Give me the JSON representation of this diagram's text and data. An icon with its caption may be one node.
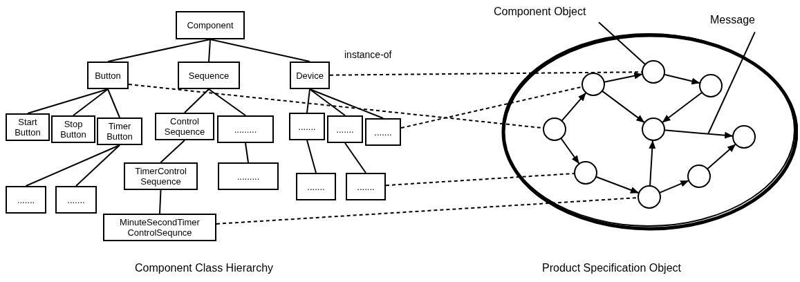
{
  "diagram": {
    "nodes": [
      {
        "text": [
          "Component"
        ]
      },
      {
        "text": [
          "Button"
        ]
      },
      {
        "text": [
          "Sequence"
        ]
      },
      {
        "text": [
          "Device"
        ]
      },
      {
        "text": [
          "Start Button"
        ]
      },
      {
        "text": [
          "Stop Button"
        ]
      },
      {
        "text": [
          "Timer Button"
        ]
      },
      {
        "text": [
          "Control Sequence"
        ]
      },
      {
        "text": [
          "........."
        ]
      },
      {
        "text": [
          "......."
        ]
      },
      {
        "text": [
          "......."
        ]
      },
      {
        "text": [
          "......."
        ]
      },
      {
        "text": [
          "......."
        ]
      },
      {
        "text": [
          "......."
        ]
      },
      {
        "text": [
          "TimerControl Sequence"
        ]
      },
      {
        "text": [
          "........."
        ]
      },
      {
        "text": [
          "......."
        ]
      },
      {
        "text": [
          "......."
        ]
      },
      {
        "text": [
          "MinuteSecondTimer ControlSequnce"
        ]
      },
      {
        "text": [
          "Product Specification Object"
        ]
      },
      {
        "text": [],
        "shape": "circle",
        "in": 19
      },
      {
        "text": [],
        "shape": "circle",
        "in": 19
      },
      {
        "text": [],
        "shape": "circle",
        "in": 19
      },
      {
        "text": [],
        "shape": "circle",
        "in": 19
      },
      {
        "text": [],
        "shape": "circle",
        "in": 19
      },
      {
        "text": [],
        "shape": "circle",
        "in": 19
      },
      {
        "text": [],
        "shape": "circle",
        "in": 19
      },
      {
        "text": [],
        "shape": "circle",
        "in": 19
      },
      {
        "text": [],
        "shape": "circle",
        "in": 19
      },
      {
        "text": [
          "Component Object"
        ]
      },
      {
        "text": [
          "Message"
        ]
      }
    ],
    "edges": [
      {
        "from": 0,
        "to": 1,
        "arrow": "none"
      },
      {
        "from": 0,
        "to": 2,
        "arrow": "none"
      },
      {
        "from": 0,
        "to": 3,
        "arrow": "none"
      },
      {
        "from": 1,
        "to": 4,
        "arrow": "none"
      },
      {
        "from": 1,
        "to": 5,
        "arrow": "none"
      },
      {
        "from": 1,
        "to": 6,
        "arrow": "none"
      },
      {
        "from": 2,
        "to": 7,
        "arrow": "none"
      },
      {
        "from": 2,
        "to": 8,
        "arrow": "none"
      },
      {
        "from": 3,
        "to": 9,
        "arrow": "none"
      },
      {
        "from": 3,
        "to": 10,
        "arrow": "none"
      },
      {
        "from": 3,
        "to": 11,
        "arrow": "none"
      },
      {
        "from": 6,
        "to": 12,
        "arrow": "none"
      },
      {
        "from": 6,
        "to": 13,
        "arrow": "none"
      },
      {
        "from": 7,
        "to": 14,
        "arrow": "none"
      },
      {
        "from": 8,
        "to": 15,
        "arrow": "none"
      },
      {
        "from": 9,
        "to": 16,
        "arrow": "none"
      },
      {
        "from": 10,
        "to": 17,
        "arrow": "none"
      },
      {
        "from": 14,
        "to": 18,
        "arrow": "none"
      },
      {
        "from": 3,
        "to": 20,
        "arrow": "none",
        "style": "dashed",
        "label": "instance-of"
      },
      {
        "from": 1,
        "to": 23,
        "arrow": "none",
        "style": "dashed"
      },
      {
        "from": 11,
        "to": 21,
        "arrow": "none",
        "style": "dashed"
      },
      {
        "from": 17,
        "to": 26,
        "arrow": "none",
        "style": "dashed"
      },
      {
        "from": 18,
        "to": 28,
        "arrow": "none",
        "style": "dashed"
      },
      {
        "from": 23,
        "to": 21,
        "arrow": "to"
      },
      {
        "from": 21,
        "to": 20,
        "arrow": "to"
      },
      {
        "from": 20,
        "to": 22,
        "arrow": "to"
      },
      {
        "from": 22,
        "to": 24,
        "arrow": "to"
      },
      {
        "from": 21,
        "to": 24,
        "arrow": "to"
      },
      {
        "from": 24,
        "to": 25,
        "arrow": "to"
      },
      {
        "from": 23,
        "to": 26,
        "arrow": "to"
      },
      {
        "from": 26,
        "to": 28,
        "arrow": "to"
      },
      {
        "from": 28,
        "to": 24,
        "arrow": "to"
      },
      {
        "from": 28,
        "to": 27,
        "arrow": "to"
      },
      {
        "from": 27,
        "to": 25,
        "arrow": "to"
      },
      {
        "from": 29,
        "to": 20,
        "arrow": "none"
      },
      {
        "from": 30,
        "to": null,
        "arrow": "none"
      }
    ],
    "labels": [
      "Component Class Hierarchy"
    ]
  }
}
